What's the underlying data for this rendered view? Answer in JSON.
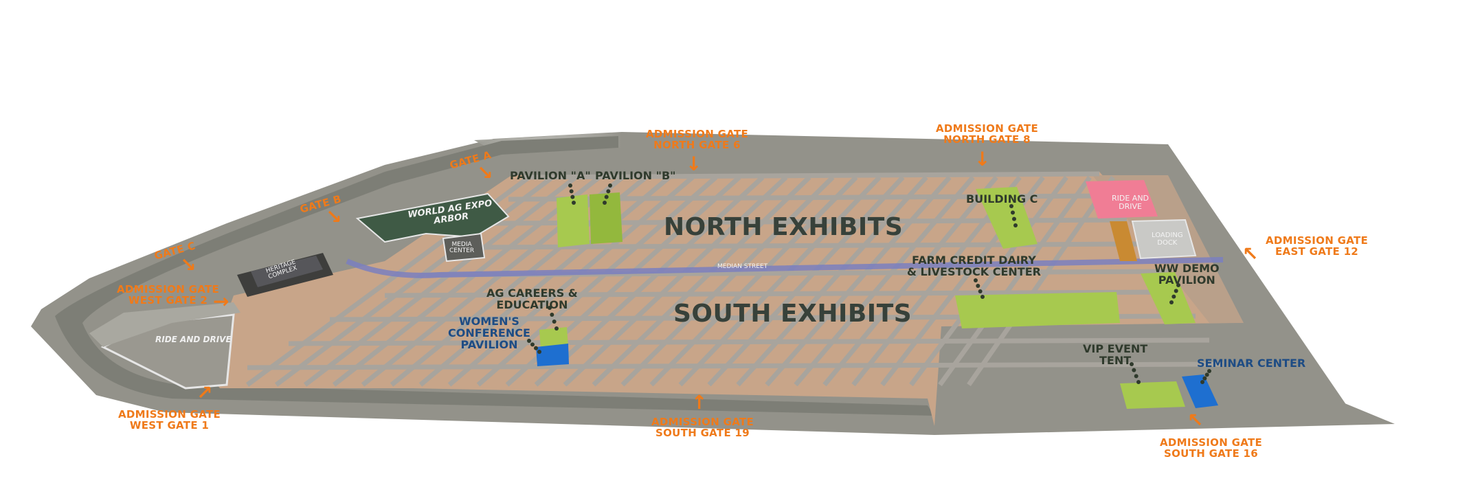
{
  "map": {
    "zones": {
      "north": "NORTH EXHIBITS",
      "south": "SOUTH EXHIBITS",
      "median_street": "MEDIAN STREET"
    },
    "gates": {
      "north_6": [
        "ADMISSION GATE",
        "NORTH GATE 6"
      ],
      "north_8": [
        "ADMISSION GATE",
        "NORTH GATE 8"
      ],
      "east_12": [
        "ADMISSION GATE",
        "EAST GATE 12"
      ],
      "south_16": [
        "ADMISSION GATE",
        "SOUTH GATE 16"
      ],
      "south_19": [
        "ADMISSION GATE",
        "SOUTH GATE 19"
      ],
      "west_1": [
        "ADMISSION GATE",
        "WEST GATE 1"
      ],
      "west_2": [
        "ADMISSION GATE",
        "WEST GATE 2"
      ],
      "gate_a": "GATE A",
      "gate_b": "GATE B",
      "gate_c": "GATE C"
    },
    "buildings": {
      "pavilion_a": "PAVILION \"A\"",
      "pavilion_b": "PAVILION \"B\"",
      "building_c": "BUILDING C",
      "farm_credit": [
        "FARM CREDIT DAIRY",
        "& LIVESTOCK CENTER"
      ],
      "ww_demo": [
        "WW DEMO",
        "PAVILION"
      ],
      "vip_tent": [
        "VIP EVENT",
        "TENT"
      ],
      "seminar_center": "SEMINAR CENTER",
      "ag_careers": [
        "AG CAREERS &",
        "EDUCATION"
      ],
      "womens_pavilion": [
        "WOMEN'S",
        "CONFERENCE",
        "PAVILION"
      ],
      "arbor": [
        "WORLD AG EXPO",
        "ARBOR"
      ],
      "media_center": [
        "MEDIA",
        "CENTER"
      ],
      "heritage": [
        "HERITAGE",
        "COMPLEX"
      ],
      "ride_drive_west": "RIDE AND DRIVE",
      "ride_drive_east": [
        "RIDE AND",
        "DRIVE"
      ],
      "loading_dock": [
        "LOADING",
        "DOCK"
      ]
    },
    "colors": {
      "ground": "#93928a",
      "path": "#7f8078",
      "lot": "#c8a589",
      "pavilion_green": "#a7c94f",
      "gate_orange": "#ef7a1a",
      "median_blue": "#7a7fc0",
      "seminar_blue": "#1e6fd0",
      "ride_drive_pink": "#f07d95",
      "arbor_green": "#3f5a45"
    }
  }
}
